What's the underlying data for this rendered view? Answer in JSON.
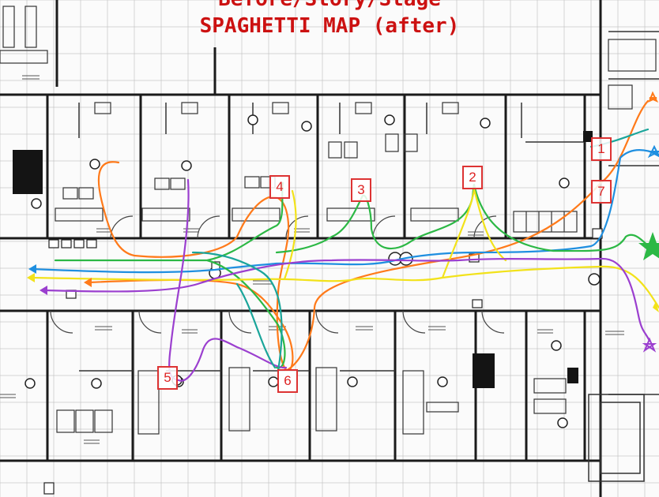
{
  "title": {
    "partial_line": "Before/Story/Stage",
    "main": "SPAGHETTI MAP (after)"
  },
  "room_tags": [
    {
      "id": "1",
      "label": "1"
    },
    {
      "id": "2",
      "label": "2"
    },
    {
      "id": "3",
      "label": "3"
    },
    {
      "id": "4",
      "label": "4"
    },
    {
      "id": "5",
      "label": "5"
    },
    {
      "id": "6",
      "label": "6"
    },
    {
      "id": "7",
      "label": "7"
    }
  ],
  "path_colors": {
    "orange": "#ff7a1a",
    "blue": "#1f8fe0",
    "green": "#2cb845",
    "yellow": "#f2e21a",
    "purple": "#9b3fcf",
    "teal": "#1aa59a"
  },
  "title_color": "#cc1111",
  "tag_color": "#dd2222"
}
